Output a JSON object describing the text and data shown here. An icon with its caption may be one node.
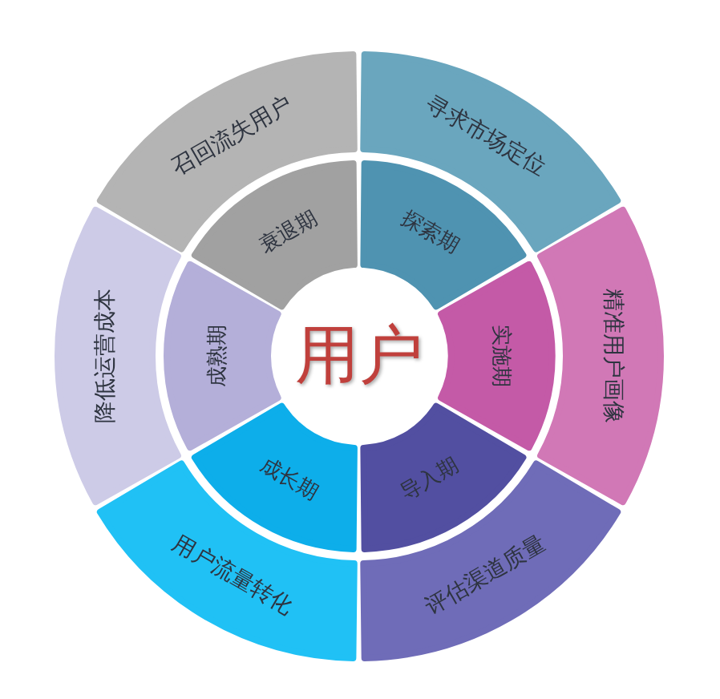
{
  "diagram": {
    "nodes": [
      {
        "text": [
          "用户"
        ]
      },
      {
        "text": [
          "探索期"
        ]
      },
      {
        "text": [
          "实施期"
        ]
      },
      {
        "text": [
          "导入期"
        ]
      },
      {
        "text": [
          "成长期"
        ]
      },
      {
        "text": [
          "成熟期"
        ]
      },
      {
        "text": [
          "衰退期"
        ]
      },
      {
        "text": [
          "寻求市场定位"
        ]
      },
      {
        "text": [
          "精准用户画像"
        ]
      },
      {
        "text": [
          "评估渠道质量"
        ]
      },
      {
        "text": [
          "用户流量转化"
        ]
      },
      {
        "text": [
          "降低运营成本"
        ]
      },
      {
        "text": [
          "召回流失用户"
        ]
      }
    ]
  }
}
